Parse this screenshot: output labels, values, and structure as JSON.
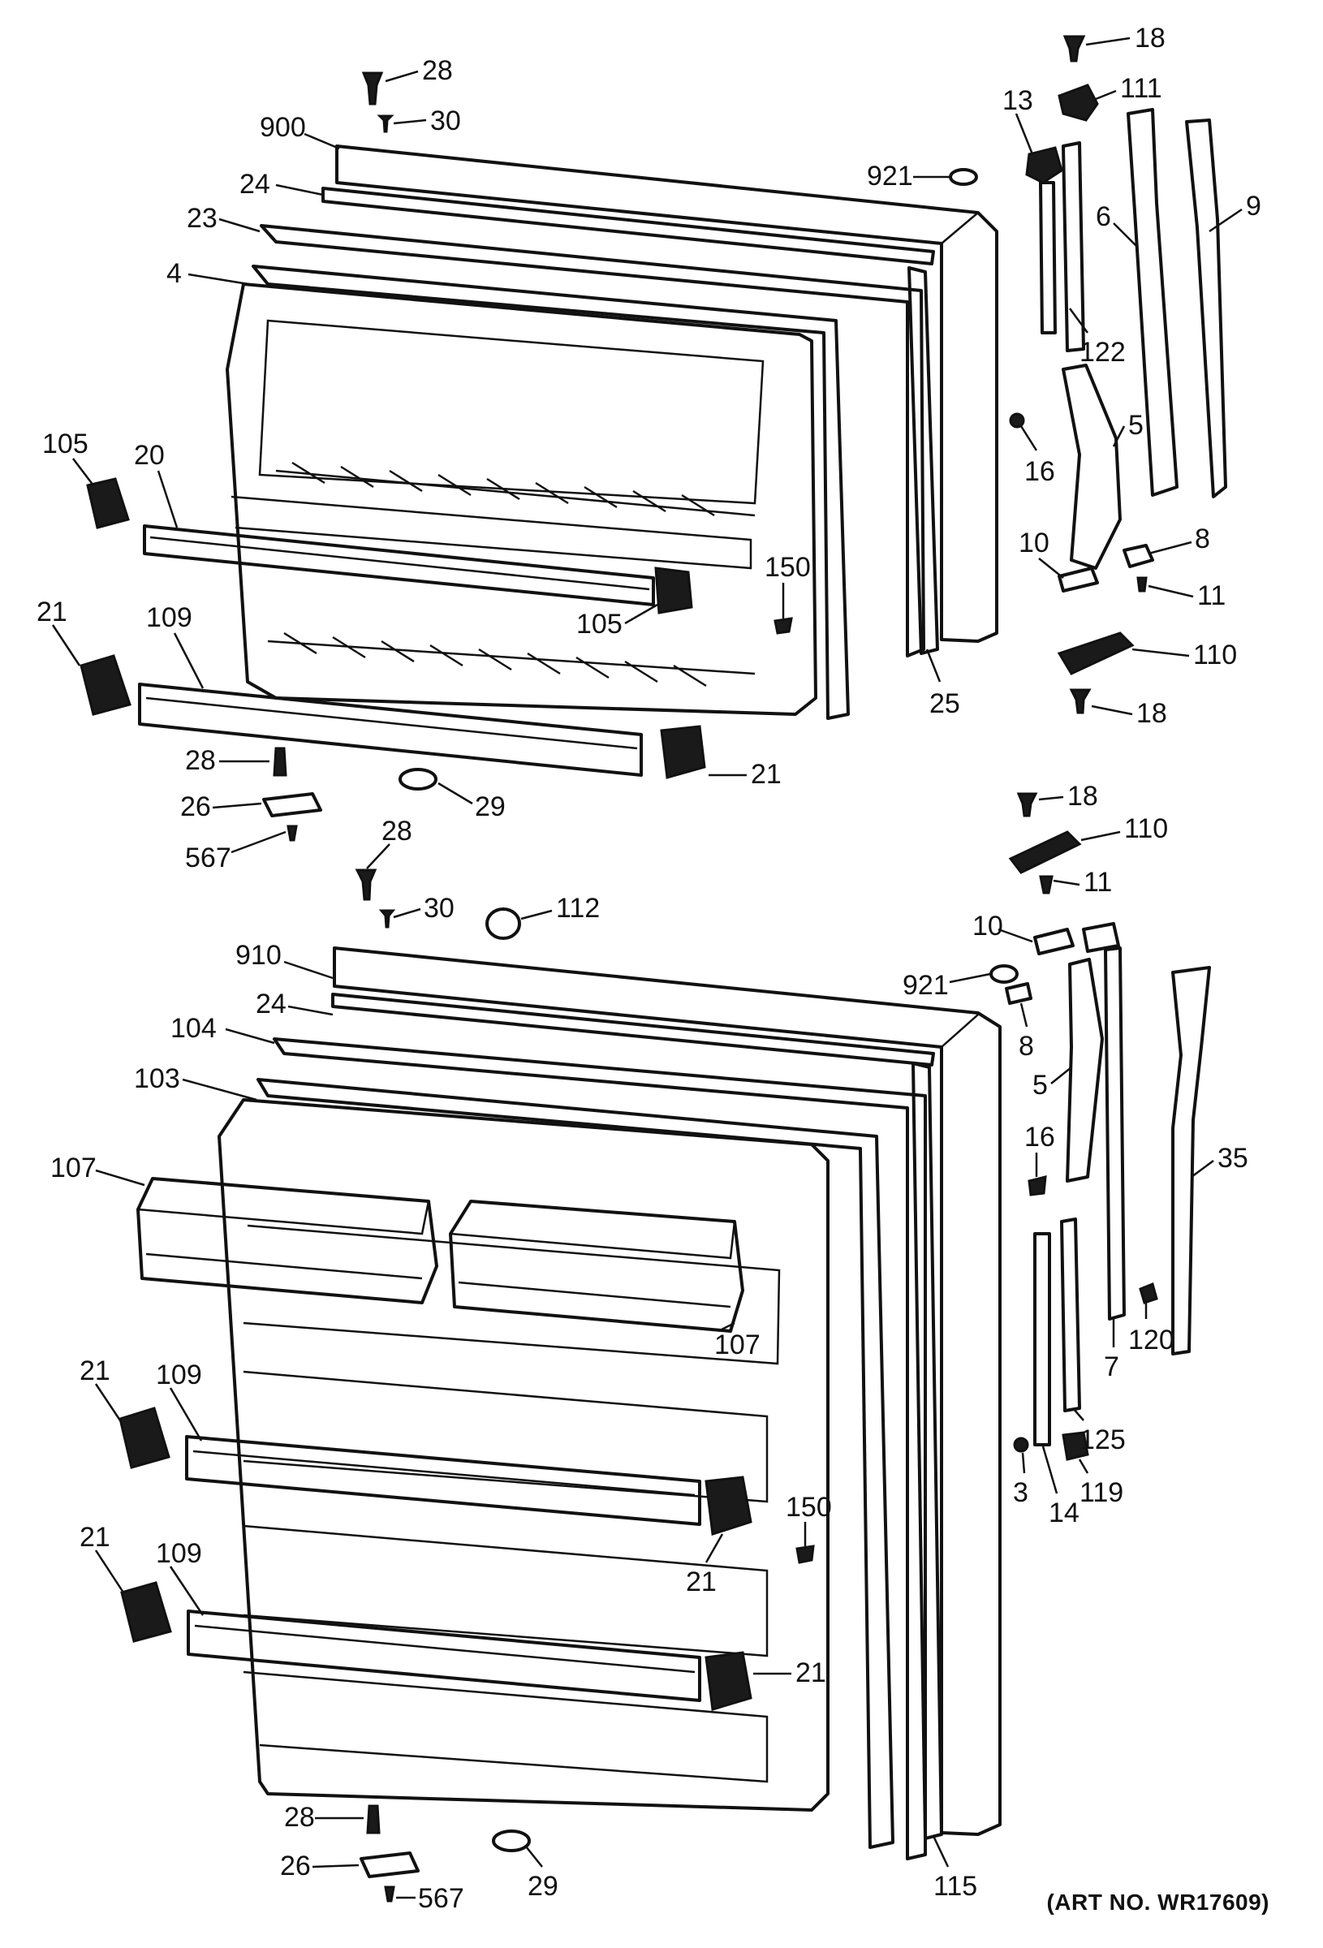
{
  "art_number": "(ART NO. WR17609)",
  "callouts": {
    "c18a": "18",
    "c111": "111",
    "c13": "13",
    "c28a": "28",
    "c30a": "30",
    "c900": "900",
    "c921a": "921",
    "c24a": "24",
    "c23": "23",
    "c6": "6",
    "c9": "9",
    "c4": "4",
    "c122": "122",
    "c16a": "16",
    "c5a": "5",
    "c105a": "105",
    "c20": "20",
    "c10a": "10",
    "c8a": "8",
    "c11a": "11",
    "c150a": "150",
    "c105b": "105",
    "c21a": "21",
    "c109a": "109",
    "c110a": "110",
    "c25": "25",
    "c18b": "18",
    "c28b": "28",
    "c21b": "21",
    "c26a": "26",
    "c29a": "29",
    "c567a": "567",
    "c18c": "18",
    "c110b": "110",
    "c28c": "28",
    "c30b": "30",
    "c112": "112",
    "c11b": "11",
    "c10b": "10",
    "c910": "910",
    "c921b": "921",
    "c24b": "24",
    "c8b": "8",
    "c104": "104",
    "c103": "103",
    "c5b": "5",
    "c16b": "16",
    "c35": "35",
    "c107a": "107",
    "c120": "120",
    "c107b": "107",
    "c7": "7",
    "c21c": "21",
    "c109b": "109",
    "c125": "125",
    "c3": "3",
    "c14": "14",
    "c119": "119",
    "c150b": "150",
    "c21d": "21",
    "c21e": "21",
    "c109c": "109",
    "c21f": "21",
    "c115": "115",
    "c28d": "28",
    "c26b": "26",
    "c567b": "567",
    "c29b": "29"
  }
}
